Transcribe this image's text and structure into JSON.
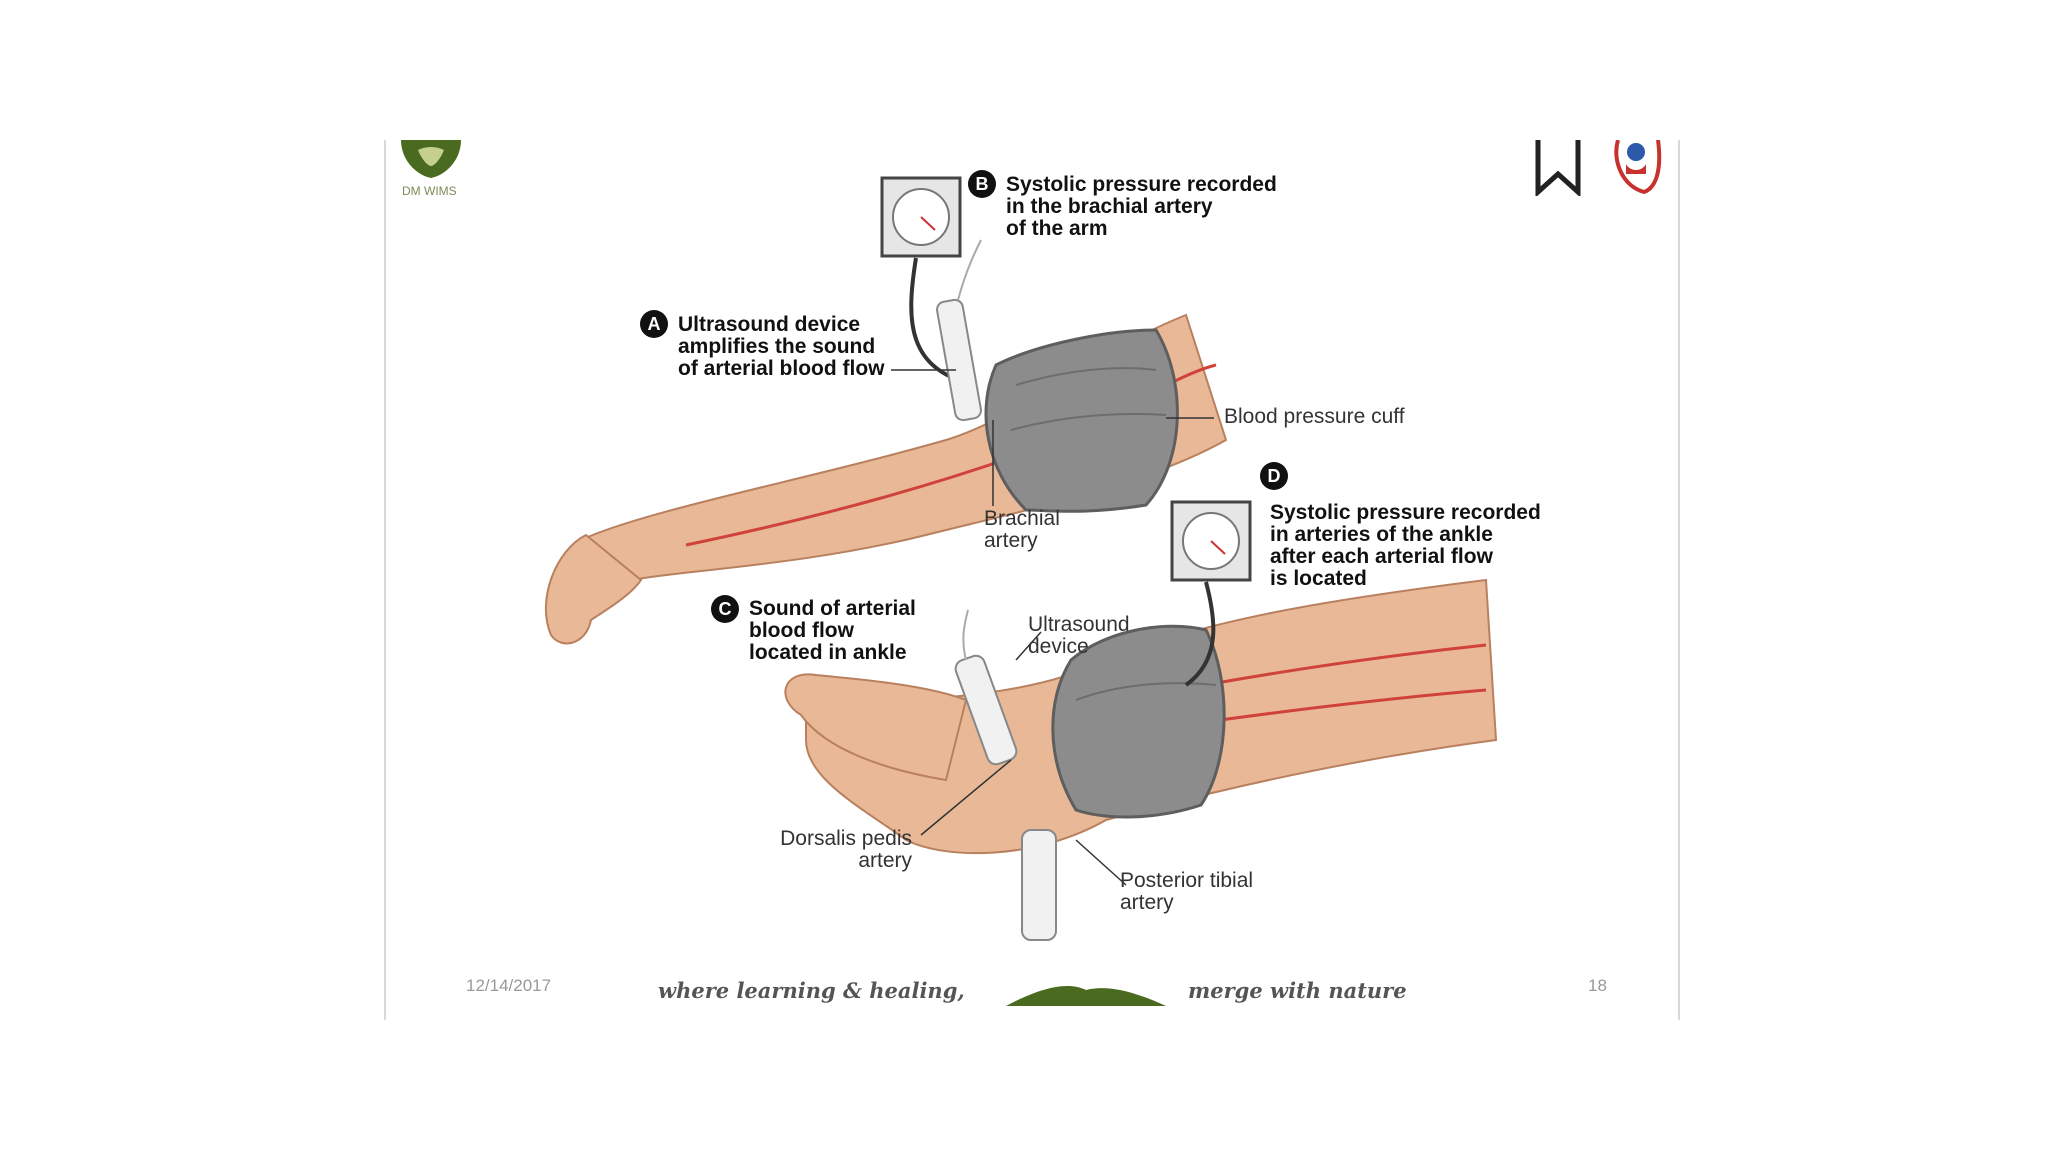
{
  "labels": {
    "a_letter": "A",
    "a_text": "Ultrasound device\namplifies the sound\nof arterial blood flow",
    "b_letter": "B",
    "b_text": "Systolic pressure recorded\nin the brachial artery\nof the arm",
    "c_letter": "C",
    "c_text": "Sound of arterial\nblood flow\nlocated in ankle",
    "d_letter": "D",
    "d_text": "Systolic pressure recorded\nin arteries of the ankle\nafter each arterial flow\nis located",
    "cuff": "Blood pressure cuff",
    "brachial": "Brachial\nartery",
    "ultrasound": "Ultrasound\ndevice",
    "dorsalis": "Dorsalis pedis\nartery",
    "posterior": "Posterior tibial\nartery"
  },
  "footer": {
    "date": "12/14/2017",
    "tagline_left": "where learning & healing,",
    "tagline_right": "merge with nature",
    "page_number": "18"
  },
  "logo": {
    "caption": "DM WIMS"
  },
  "colors": {
    "skin": "#e9b896",
    "skin_shadow": "#cf9574",
    "artery": "#d0433a",
    "cuff": "#8c8c8c",
    "cuff_dark": "#5e5e5e",
    "logo_green": "#4a6b1f"
  }
}
